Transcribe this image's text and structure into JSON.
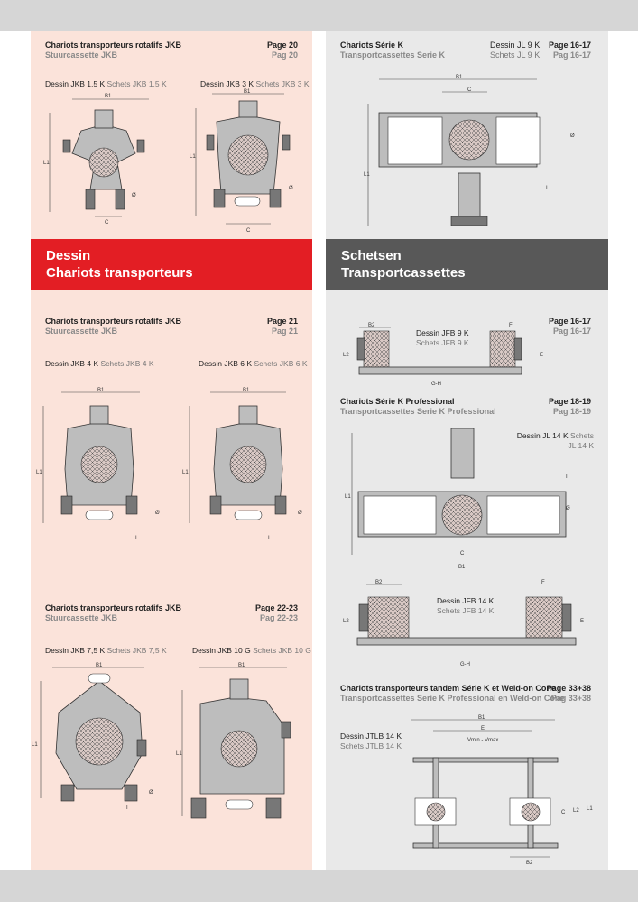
{
  "banners": {
    "fr": {
      "line1": "Dessin",
      "line2": "Chariots transporteurs"
    },
    "nl": {
      "line1": "Schetsen",
      "line2": "Transportcassettes"
    }
  },
  "left": {
    "s1": {
      "title_fr": "Chariots transporteurs rotatifs JKB",
      "title_nl": "Stuurcassette JKB",
      "page_fr": "Page 20",
      "page_nl": "Pag 20",
      "d1": {
        "fr": "Dessin JKB 1,5 K",
        "nl": "Schets JKB 1,5 K"
      },
      "d2": {
        "fr": "Dessin JKB 3 K",
        "nl": "Schets JKB 3 K"
      }
    },
    "s2": {
      "title_fr": "Chariots transporteurs rotatifs JKB",
      "title_nl": "Stuurcassette JKB",
      "page_fr": "Page 21",
      "page_nl": "Pag 21",
      "d1": {
        "fr": "Dessin JKB 4 K",
        "nl": "Schets JKB 4 K"
      },
      "d2": {
        "fr": "Dessin JKB 6 K",
        "nl": "Schets JKB 6 K"
      }
    },
    "s3": {
      "title_fr": "Chariots transporteurs rotatifs JKB",
      "title_nl": "Stuurcassette JKB",
      "page_fr": "Page 22-23",
      "page_nl": "Pag 22-23",
      "d1": {
        "fr": "Dessin JKB 7,5 K",
        "nl": "Schets JKB 7,5 K"
      },
      "d2": {
        "fr": "Dessin JKB 10 G",
        "nl": "Schets JKB 10 G"
      }
    }
  },
  "right": {
    "s1": {
      "title_fr": "Chariots Série K",
      "title_nl": "Transportcassettes Serie K",
      "d_fr": "Dessin JL 9 K",
      "d_nl": "Schets JL 9 K",
      "page_fr": "Page 16-17",
      "page_nl": "Pag 16-17"
    },
    "s2": {
      "page_fr": "Page 16-17",
      "page_nl": "Pag 16-17",
      "d_fr": "Dessin JFB 9 K",
      "d_nl": "Schets JFB 9 K"
    },
    "s3": {
      "title_fr": "Chariots Série K Professional",
      "title_nl": "Transportcassettes Serie K Professional",
      "page_fr": "Page 18-19",
      "page_nl": "Pag 18-19",
      "d_fr": "Dessin JL 14 K",
      "d_nl": "Schets",
      "d_nl2": "JL 14 K"
    },
    "s4": {
      "d_fr": "Dessin JFB 14 K",
      "d_nl": "Schets JFB 14 K"
    },
    "s5": {
      "title_fr": "Chariots transporteurs tandem Série K et Weld-on Cone",
      "title_nl": "Transportcassettes Serie K Professional en Weld-on Cone",
      "page_fr": "Page 33+38",
      "page_nl": "Pag 33+38",
      "d_fr": "Dessin JTLB 14 K",
      "d_nl": "Schets JTLB 14 K"
    }
  },
  "dims": {
    "B1": "B1",
    "B2": "B2",
    "C": "C",
    "L1": "L1",
    "L2": "L2",
    "I": "I",
    "diam": "Ø",
    "E": "E",
    "F": "F",
    "GH": "G-H",
    "vminmax": "Vmin - Vmax"
  }
}
